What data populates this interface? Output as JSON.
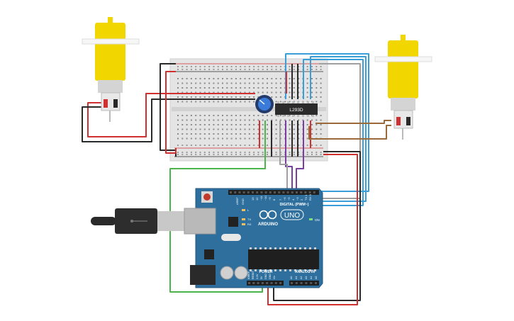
{
  "ic": {
    "label": "L293D"
  },
  "arduino": {
    "brand": "ARDUINO",
    "model": "UNO",
    "digital_label": "DIGITAL (PWM~)",
    "power_label": "POWER",
    "analog_label": "ANALOG IN",
    "on_label": "ON",
    "aref_label": "AREF",
    "gnd_label": "GND",
    "tx_label": "TX",
    "rx_label": "RX",
    "l_label": "L",
    "ioref_label": "IOREF",
    "reset_label": "RESET",
    "v33_label": "3.3V",
    "v5_label": "5V",
    "vin_label": "Vin",
    "a0_label": "A0",
    "a1_label": "A1",
    "a2_label": "A2",
    "a3_label": "A3",
    "a4_label": "A4",
    "a5_label": "A5",
    "pin13": "13",
    "pin12": "12",
    "pin11": "~11",
    "pin10": "~10",
    "pin9": "~9",
    "pin8": "8",
    "pin7": "7",
    "pin6": "~6",
    "pin5": "~5",
    "pin4": "4",
    "pin3": "~3",
    "pin2": "2",
    "pin1": "TX 1",
    "pin0": "RX 0"
  },
  "colors": {
    "wire_red": "#d03030",
    "wire_black": "#2a2a2a",
    "wire_green": "#4bb44b",
    "wire_blue": "#3a9fd8",
    "wire_purple": "#7a3fa0",
    "wire_grey": "#a0a0a0",
    "wire_brown": "#9a6a3a",
    "arduino_board": "#2e6f9e",
    "motor_yellow": "#f2d600",
    "breadboard": "#e6e6e6"
  }
}
